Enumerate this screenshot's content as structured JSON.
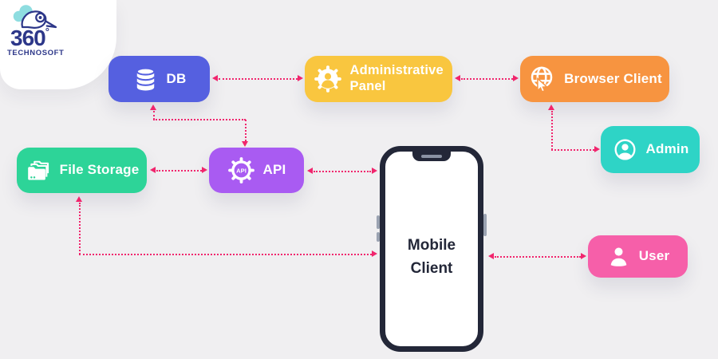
{
  "background_color": "#f0eff1",
  "arrow_color": "#f1256d",
  "logo": {
    "number": "360",
    "degree_symbol": "°",
    "company": "TECHNOSOFT",
    "navy": "#2d3789",
    "teal": "#8edde0"
  },
  "nodes": {
    "db": {
      "label": "DB",
      "color": "#5560e0",
      "icon": "database-icon"
    },
    "administrative_panel": {
      "label": "Administrative Panel",
      "color": "#f9c63f",
      "icon": "gear-person-icon"
    },
    "browser_client": {
      "label": "Browser Client",
      "color": "#f79440",
      "icon": "globe-cursor-icon"
    },
    "admin": {
      "label": "Admin",
      "color": "#2ed4c6",
      "icon": "person-circle-icon"
    },
    "file_storage": {
      "label": "File Storage",
      "color": "#2dd498",
      "icon": "folders-icon"
    },
    "api": {
      "label": "API",
      "color": "#a95bf2",
      "icon": "api-gear-icon",
      "icon_text": "API"
    },
    "mobile_client": {
      "label": "Mobile Client",
      "frame_color": "#232738"
    },
    "user": {
      "label": "User",
      "color": "#f65fa9",
      "icon": "person-icon"
    }
  },
  "connections": [
    {
      "from": "DB",
      "to": "Administrative Panel",
      "style": "dotted",
      "bidirectional": true
    },
    {
      "from": "Administrative Panel",
      "to": "Browser Client",
      "style": "dotted",
      "bidirectional": true
    },
    {
      "from": "Browser Client",
      "to": "Admin",
      "style": "dotted",
      "bidirectional": true
    },
    {
      "from": "DB",
      "to": "API",
      "style": "dotted",
      "bidirectional": true
    },
    {
      "from": "File Storage",
      "to": "API",
      "style": "dotted",
      "bidirectional": true
    },
    {
      "from": "API",
      "to": "Mobile Client",
      "style": "dotted",
      "bidirectional": true
    },
    {
      "from": "File Storage",
      "to": "Mobile Client",
      "style": "dotted",
      "bidirectional": true
    },
    {
      "from": "Mobile Client",
      "to": "User",
      "style": "dotted",
      "bidirectional": true
    }
  ]
}
